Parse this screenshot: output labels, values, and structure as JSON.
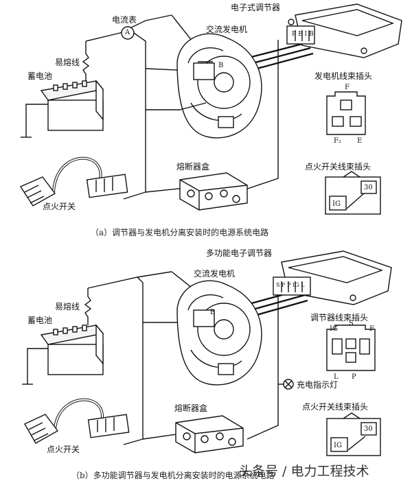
{
  "panel_a": {
    "ammeter_label": "电流表",
    "ammeter_symbol": "A",
    "regulator_label": "电子式调节器",
    "alternator_label": "交流发电机",
    "fuse_wire_label": "易熔线",
    "battery_label": "蓄电池",
    "terminal_b": "B",
    "regulator_terminals": "F E I B",
    "gen_plug_label": "发电机线束插头",
    "gen_plug_f": "F",
    "gen_plug_f2": "F₂",
    "gen_plug_e": "E",
    "fuse_box_label": "熔断器盒",
    "ign_plug_label": "点火开关线束插头",
    "ign_30": "30",
    "ign_ig": "IG",
    "ign_switch_label": "点火开关",
    "caption": "（a）调节器与发电机分离安装时的电源系统电路"
  },
  "panel_b": {
    "regulator_label": "多功能电子调节器",
    "alternator_label": "交流发电机",
    "fuse_wire_label": "易熔线",
    "battery_label": "蓄电池",
    "terminal_b": "B",
    "regulator_terminals": "S F P IG L",
    "reg_plug_label": "调节器线束插头",
    "reg_plug_ig": "IG",
    "reg_plug_s": "S",
    "reg_plug_f": "F",
    "reg_plug_l": "L",
    "reg_plug_p": "P",
    "charge_lamp_label": "充电指示灯",
    "fuse_box_label": "熔断器盒",
    "ign_plug_label": "点火开关线束插头",
    "ign_30": "30",
    "ign_ig": "IG",
    "ign_switch_label": "点火开关",
    "caption": "（b）多功能调节器与发电机分离安装时的电源系统电路"
  },
  "watermark": "头条号 / 电力工程技术"
}
